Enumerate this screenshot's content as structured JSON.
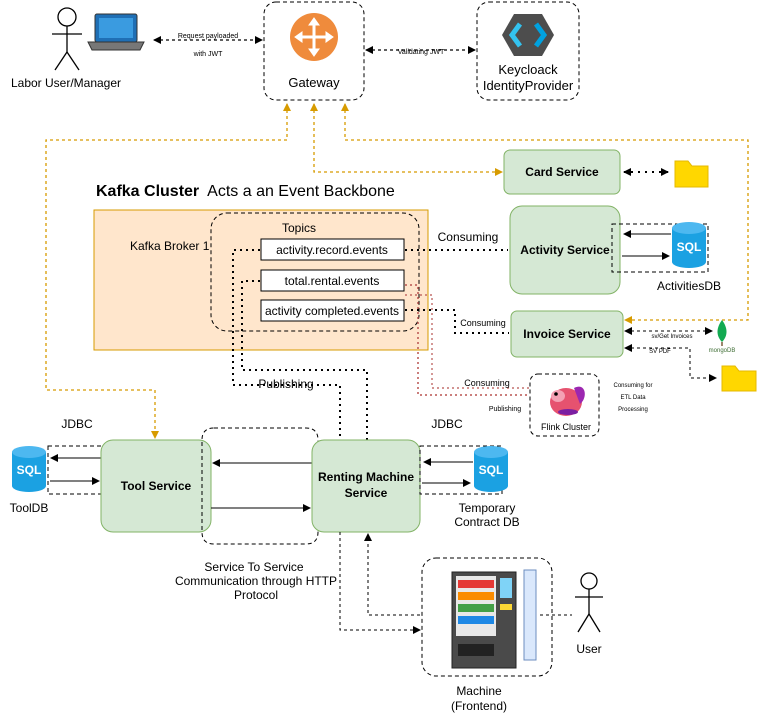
{
  "actors": {
    "labor_user": "Labor User/Manager",
    "user": "User"
  },
  "gateway": {
    "label": "Gateway"
  },
  "keycloak": {
    "line1": "Keycloack",
    "line2": "IdentityProvider"
  },
  "edges": {
    "request_line1": "Request payloaded",
    "request_line2": "with JWT",
    "validating": "Validating JWT",
    "consuming_activity": "Consuming",
    "consuming_invoice": "Consuming",
    "consuming_flink": "Consuming",
    "publishing_flink": "Publishing",
    "publishing_main": "Publishing",
    "invoices": "sv/Get Invoices",
    "pdf": "SV PDF",
    "consuming_etl_line1": "Consuming for",
    "consuming_etl_line2": "ETL Data",
    "consuming_etl_line3": "Processing",
    "jdbc_tool": "JDBC",
    "jdbc_renting": "JDBC",
    "s2s_line1": "Service To Service",
    "s2s_line2": "Communication through HTTP",
    "s2s_line3": "Protocol"
  },
  "kafka": {
    "title_bold": "Kafka Cluster",
    "title_rest": "Acts a an Event Backbone",
    "broker": "Kafka Broker 1",
    "topics_label": "Topics",
    "topics": [
      "activity.record.events",
      "total.rental.events",
      "activity completed.events"
    ]
  },
  "services": {
    "card": "Card Service",
    "activity": "Activity Service",
    "invoice": "Invoice Service",
    "tool": "Tool Service",
    "renting_line1": "Renting Machine",
    "renting_line2": "Service",
    "flink": "Flink Cluster"
  },
  "databases": {
    "sql_icon": "SQL",
    "activities_db": "ActivitiesDB",
    "tool_db": "ToolDB",
    "temp_line1": "Temporary",
    "temp_line2": "Contract DB",
    "mongo": "mongoDB"
  },
  "machine": {
    "line1": "Machine",
    "line2": "(Frontend)"
  },
  "colors": {
    "service_fill": "#d5e8d4",
    "service_stroke": "#82b366",
    "kafka_fill": "#ffe6cc",
    "kafka_stroke": "#d79b00",
    "gateway_orange": "#ef8b3c",
    "orange_link": "#d79b00",
    "sql_blue": "#1ba1e2",
    "folder_yellow": "#ffd700",
    "flink_link": "#b85450"
  }
}
